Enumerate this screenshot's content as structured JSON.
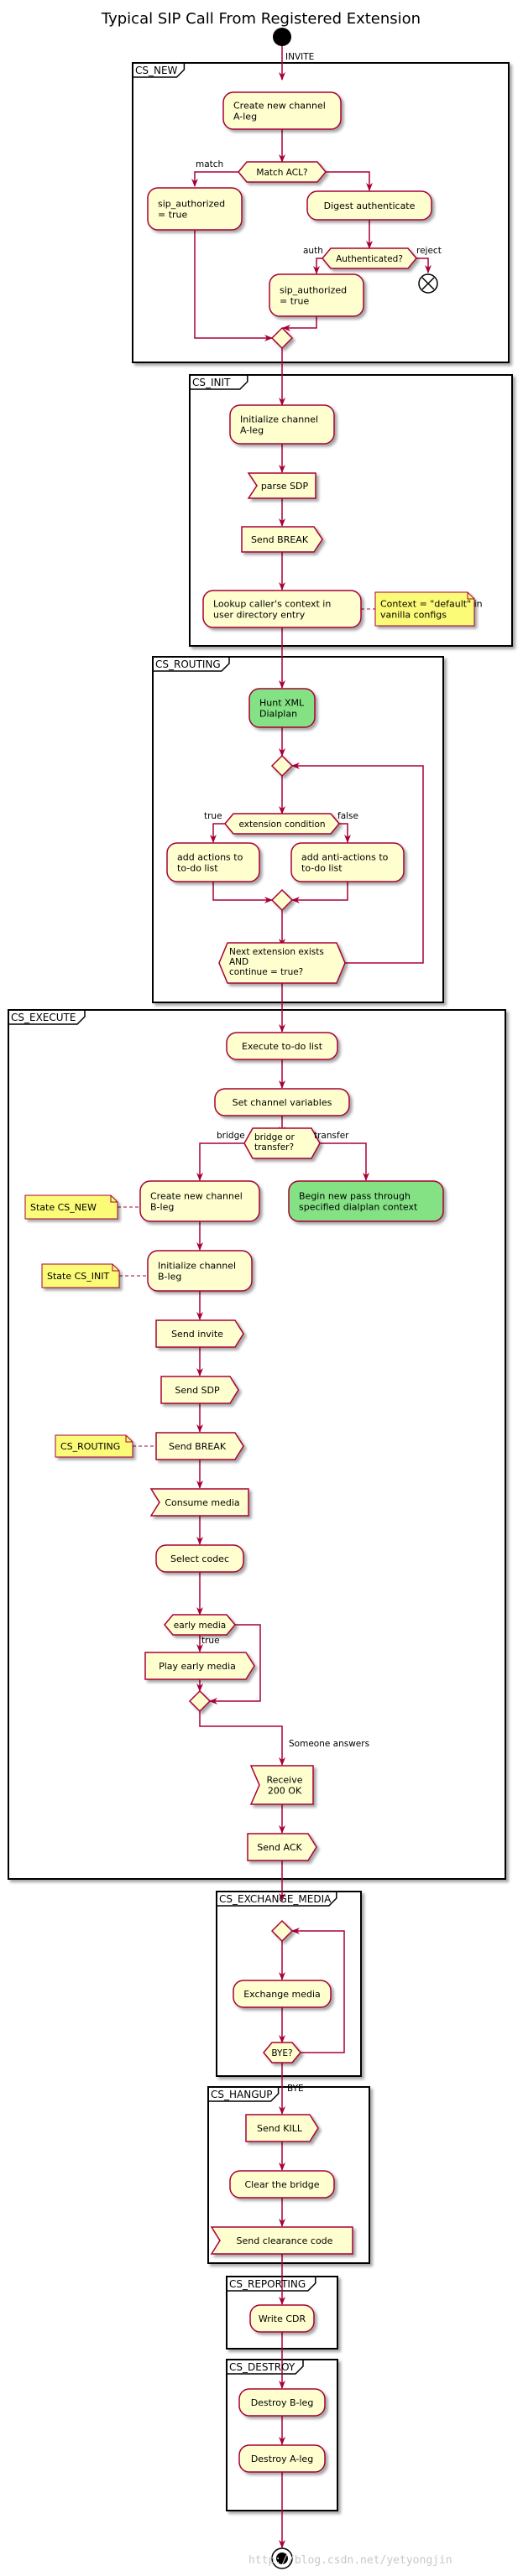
{
  "title": "Typical SIP Call From Registered Extension",
  "labels": {
    "invite": "INVITE",
    "match": "match",
    "match_acl": "Match ACL?",
    "auth": "auth",
    "reject": "reject",
    "authenticated": "Authenticated?",
    "true": "true",
    "false": "false",
    "extension_condition": "extension condition",
    "bridge": "bridge",
    "transfer": "transfer",
    "bridge_or_transfer": [
      "bridge or",
      "transfer?"
    ],
    "next_extension": [
      "Next extension exists",
      "AND",
      "continue = true?"
    ],
    "early_media": "early media",
    "someone_answers": "Someone answers",
    "bye_q": "BYE?",
    "bye": "BYE"
  },
  "frames": {
    "cs_new": "CS_NEW",
    "cs_init": "CS_INIT",
    "cs_routing": "CS_ROUTING",
    "cs_execute": "CS_EXECUTE",
    "cs_exchange_media": "CS_EXCHANGE_MEDIA",
    "cs_hangup": "CS_HANGUP",
    "cs_reporting": "CS_REPORTING",
    "cs_destroy": "CS_DESTROY"
  },
  "activities": {
    "create_a_leg": [
      "Create new channel",
      "A-leg"
    ],
    "sip_authorized_1": [
      "sip_authorized",
      "= true"
    ],
    "digest_auth": [
      "Digest authenticate"
    ],
    "sip_authorized_2": [
      "sip_authorized",
      "= true"
    ],
    "init_a_leg": [
      "Initialize channel",
      "A-leg"
    ],
    "parse_sdp": [
      "parse SDP"
    ],
    "send_break_1": [
      "Send BREAK"
    ],
    "lookup_context": [
      "Lookup caller's context in",
      "user directory entry"
    ],
    "hunt_dialplan": [
      "Hunt XML",
      "Dialplan"
    ],
    "add_actions": [
      "add actions to",
      "to-do list"
    ],
    "add_anti_actions": [
      "add anti-actions to",
      "to-do list"
    ],
    "execute_todo": [
      "Execute to-do list"
    ],
    "set_vars": [
      "Set channel variables"
    ],
    "create_b_leg": [
      "Create new channel",
      "B-leg"
    ],
    "new_pass": [
      "Begin new pass through",
      "specified dialplan context"
    ],
    "init_b_leg": [
      "Initialize channel",
      "B-leg"
    ],
    "send_invite": [
      "Send invite"
    ],
    "send_sdp": [
      "Send SDP"
    ],
    "send_break_2": [
      "Send BREAK"
    ],
    "consume_media": [
      "Consume media"
    ],
    "select_codec": [
      "Select codec"
    ],
    "play_early_media": [
      "Play early media"
    ],
    "receive_200": [
      "Receive",
      "200 OK"
    ],
    "send_ack": [
      "Send ACK"
    ],
    "exchange_media": [
      "Exchange media"
    ],
    "send_kill": [
      "Send KILL"
    ],
    "clear_bridge": [
      "Clear the bridge"
    ],
    "send_clearance": [
      "Send clearance code"
    ],
    "write_cdr": [
      "Write CDR"
    ],
    "destroy_b_leg": [
      "Destroy B-leg"
    ],
    "destroy_a_leg": [
      "Destroy A-leg"
    ]
  },
  "notes": {
    "context_default": [
      "Context = \"default\" in",
      "vanilla configs"
    ],
    "state_cs_new": [
      "State CS_NEW"
    ],
    "state_cs_init": [
      "State CS_INIT"
    ],
    "cs_routing_note": [
      "CS_ROUTING"
    ]
  },
  "watermark": "http://blog.csdn.net/yetyongjin",
  "colors": {
    "activity_fill": "#fefece",
    "activity_border": "#a80036",
    "arrow": "#a80036",
    "green_fill": "#84e284",
    "note_fill": "#fbfb77",
    "frame_border": "#000000"
  }
}
